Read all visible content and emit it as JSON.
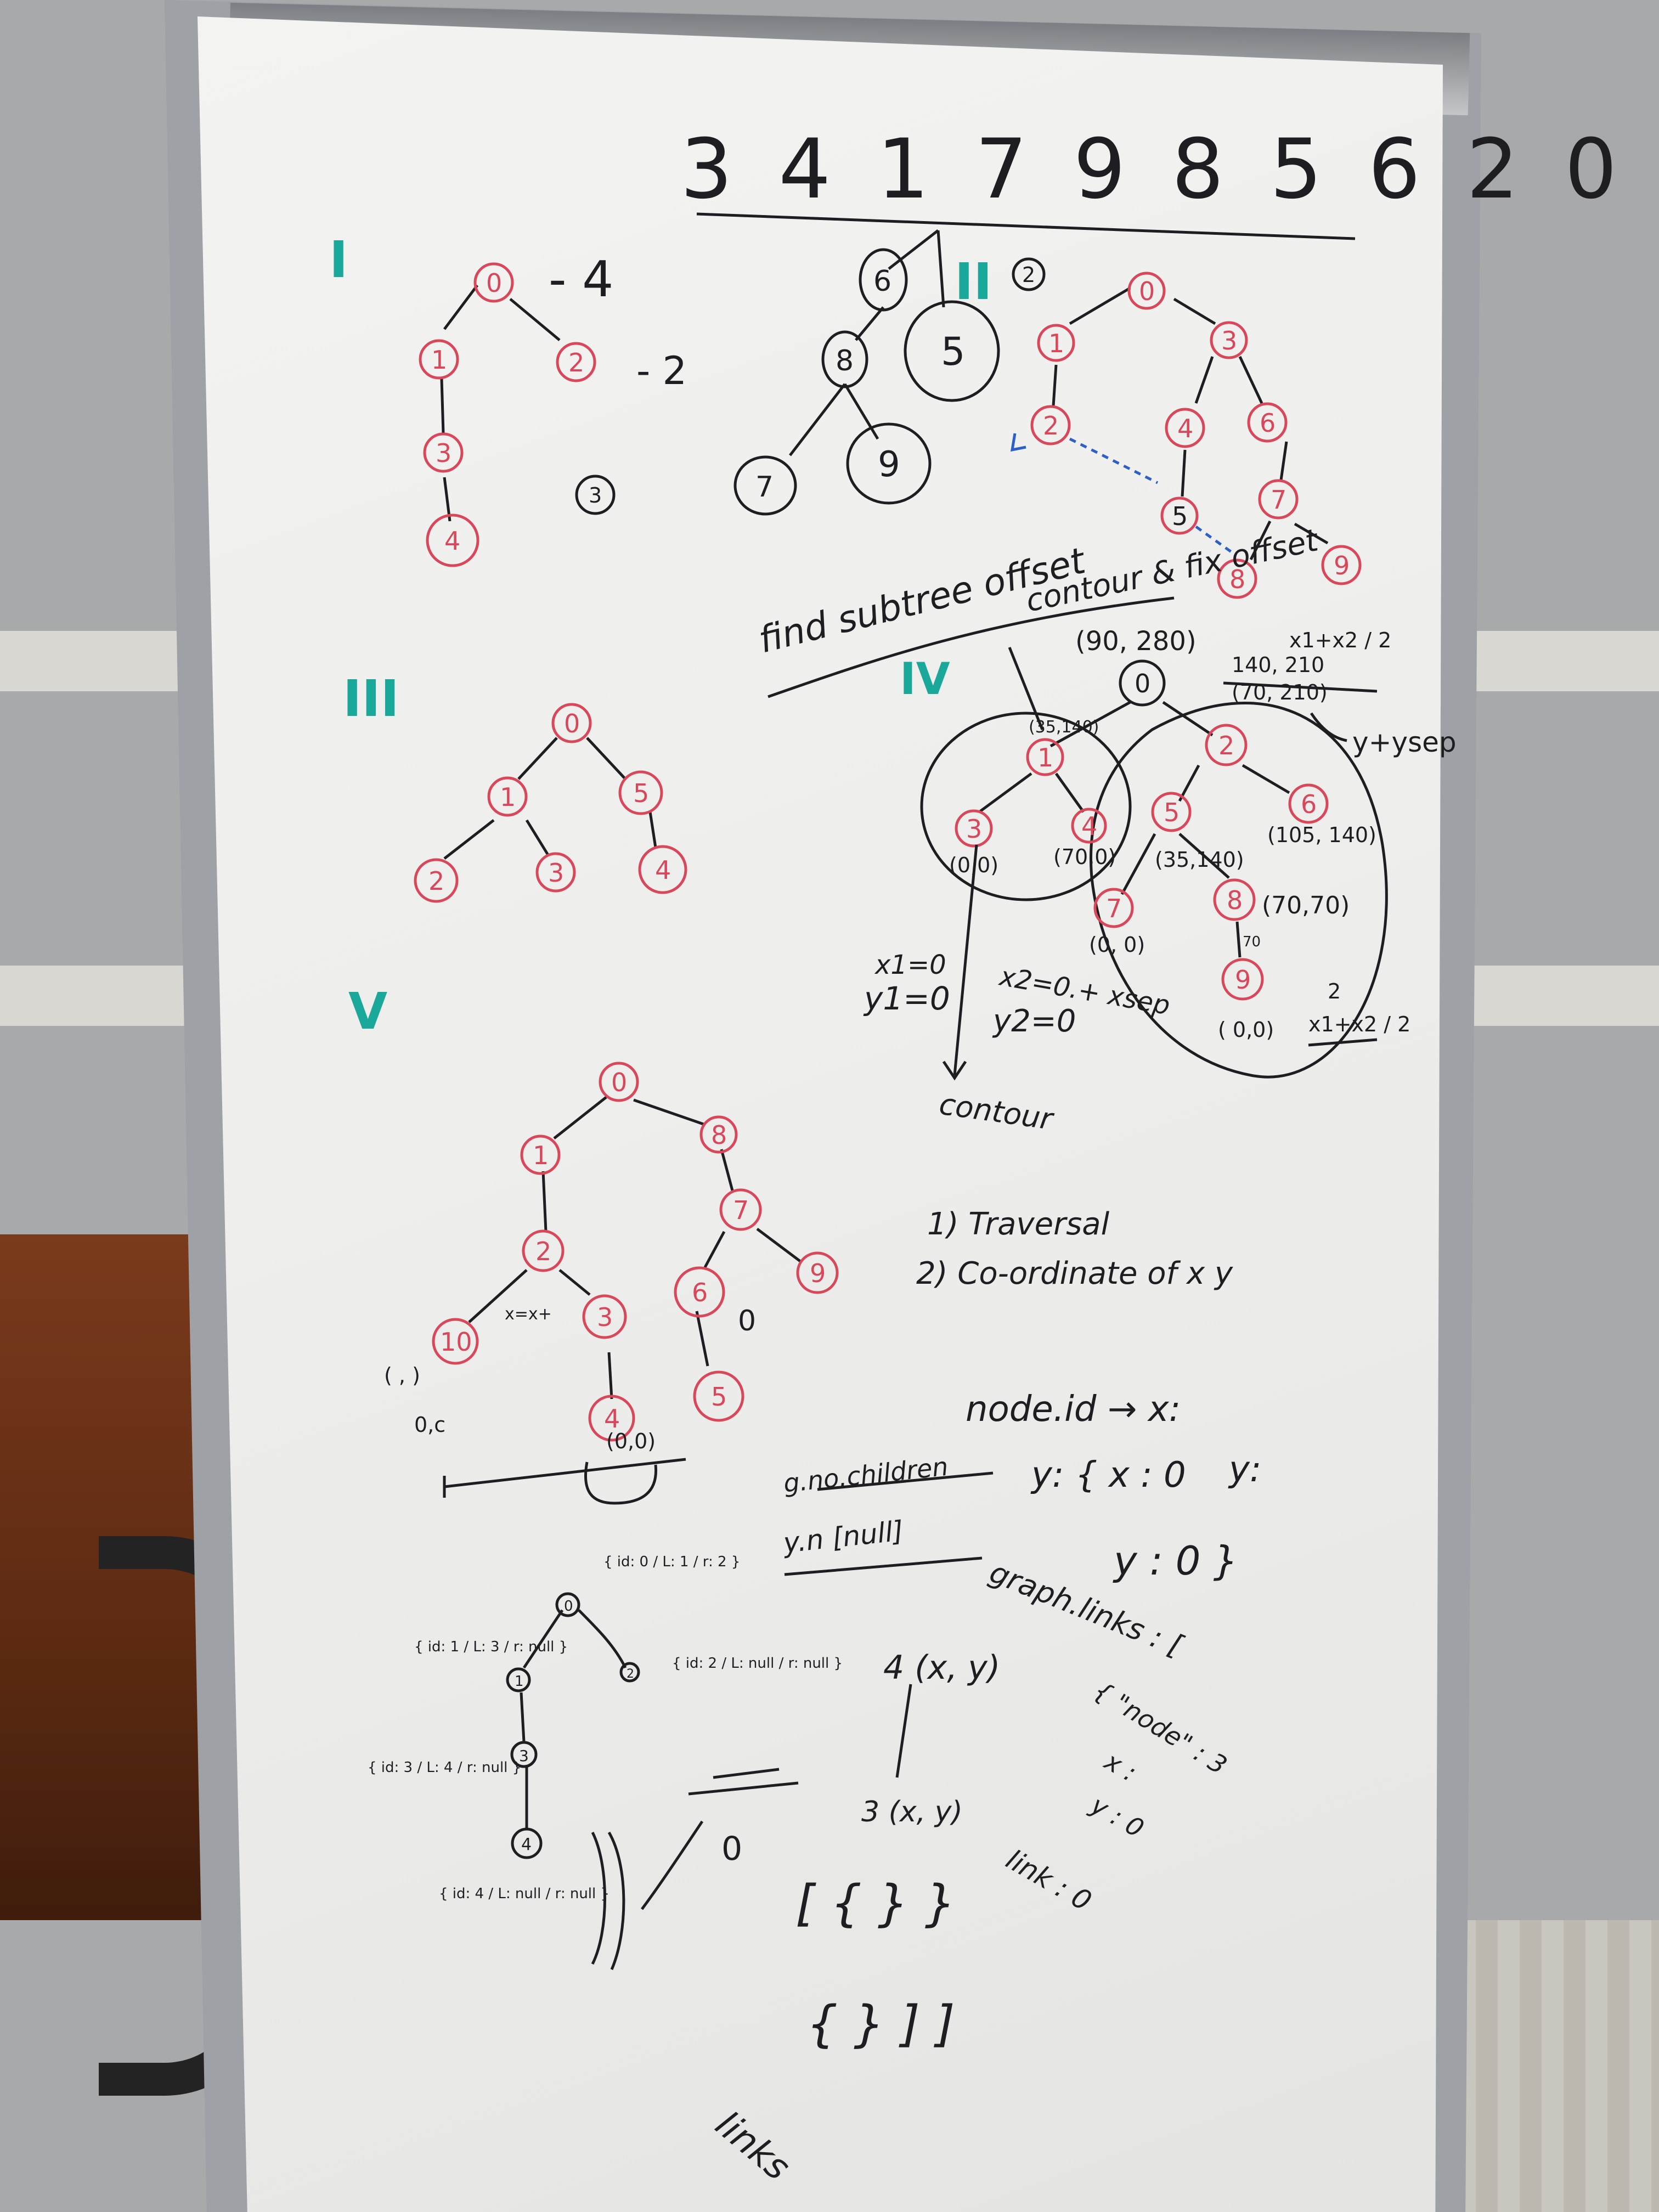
{
  "sequence": "3 4 1 7 9 8 5 6 2 0",
  "sections": [
    "I",
    "II",
    "III",
    "IV",
    "V"
  ],
  "tree1": {
    "nodes": [
      "0",
      "1",
      "2",
      "3",
      "4"
    ],
    "notes": [
      "- 4",
      "- 2",
      "3"
    ]
  },
  "sketch": {
    "nodes": [
      "6",
      "8",
      "5",
      "7",
      "9"
    ]
  },
  "tree2": {
    "nodes": [
      "0",
      "1",
      "3",
      "2",
      "4",
      "6",
      "5",
      "7",
      "8",
      "9"
    ],
    "label": "2"
  },
  "find_subtree_offset": "find subtree offset",
  "contour_fix_offset": "contour & fix offset",
  "tree3": {
    "nodes": [
      "0",
      "1",
      "5",
      "2",
      "3",
      "4"
    ]
  },
  "tree4": {
    "nodes": [
      "0",
      "1",
      "2",
      "3",
      "4",
      "5",
      "6",
      "7",
      "8",
      "9"
    ],
    "coords": {
      "root": "(90, 280)",
      "frac": "x1+x2 / 2",
      "a": "140, 210",
      "b": "(70, 210)",
      "n1": "(35,140)",
      "n3": "(0,0)",
      "n4": "(70,0)",
      "n5": "(35,140)",
      "n6": "(105, 140)",
      "n7": "(0, 0)",
      "n8": "(70,70)",
      "n9": "( 0,0)",
      "seventy": "70"
    },
    "y_plus_ysep": "y+ysep",
    "x1": "x1=0",
    "y1": "y1=0",
    "x2": "x2=0.+ xsep",
    "y2": "y2=0",
    "contour": "contour",
    "two": "2",
    "half": "x1+x2 / 2"
  },
  "steps": [
    "1) Traversal",
    "2) Co-ordinate of x y"
  ],
  "tree5": {
    "nodes": [
      "0",
      "1",
      "8",
      "2",
      "7",
      "10",
      "3",
      "6",
      "9",
      "4",
      "5"
    ],
    "annot": [
      "x=x+",
      "(0,0)",
      "( , )",
      "0,c",
      "0"
    ]
  },
  "json_notes": {
    "node_id": "node.id → x:",
    "y": "y:",
    "obj": "y: { x : 0",
    "obj2": "y : 0 }",
    "children": "g.no.children",
    "ynull": "y.n [null]",
    "graph_links": "graph.links : [",
    "node_kv": "{ \"node\" : 3",
    "xy1": "x :",
    "xy2": "y : 0",
    "link": "link : 0",
    "arrow": "4 (x, y)",
    "arrow2": "3 (x, y)",
    "brackets": "[ { }  }",
    "brackets2": "{ }  ] ]",
    "links_word": "links"
  },
  "tree6": {
    "nodes": [
      "0",
      "1",
      "2",
      "3",
      "4"
    ],
    "obj_root": "{ id: 0 / L: 1 / r: 2 }",
    "obj1": "{ id: 1 / L: 3 / r: null }",
    "obj2": "{ id: 2 / L: null / r: null }",
    "obj3": "{ id: 3 / L: 4 / r: null }",
    "obj4": "{ id: 4 / L: null / r: null }",
    "zero": "0"
  },
  "colors": {
    "red_marker": "#d9475a",
    "black_marker": "#1e1e22",
    "teal_marker": "#1aa89a",
    "blue_marker": "#2c5fc7"
  }
}
